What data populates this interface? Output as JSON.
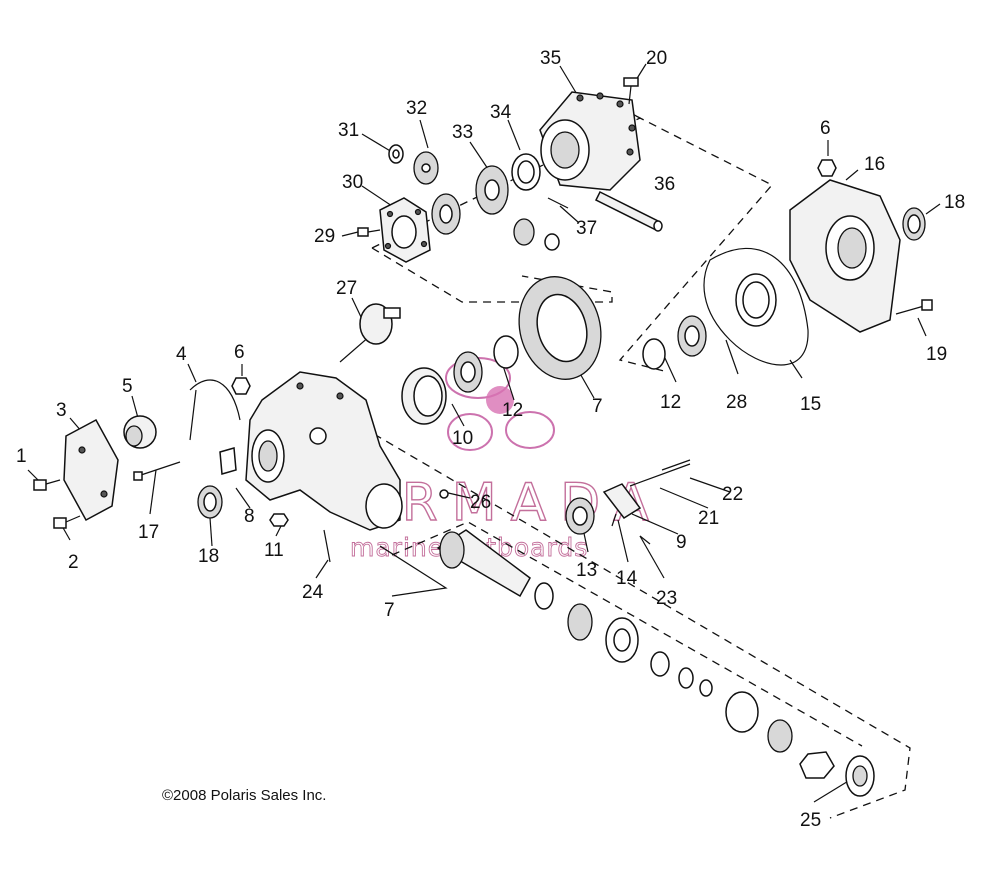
{
  "diagram": {
    "copyright": "©2008 Polaris Sales Inc.",
    "watermark": {
      "brand": "ARMADA",
      "tagline": "marine outboards",
      "color": "#b0407a"
    },
    "callouts": {
      "c1": "1",
      "c2": "2",
      "c3": "3",
      "c4": "4",
      "c5": "5",
      "c6a": "6",
      "c6b": "6",
      "c7a": "7",
      "c7b": "7",
      "c8": "8",
      "c9": "9",
      "c10": "10",
      "c11": "11",
      "c12a": "12",
      "c12b": "12",
      "c13": "13",
      "c14": "14",
      "c15": "15",
      "c16": "16",
      "c17": "17",
      "c18a": "18",
      "c18b": "18",
      "c19": "19",
      "c20": "20",
      "c21": "21",
      "c22": "22",
      "c23": "23",
      "c24": "24",
      "c25": "25",
      "c26": "26",
      "c27": "27",
      "c28": "28",
      "c29": "29",
      "c30": "30",
      "c31": "31",
      "c32": "32",
      "c33": "33",
      "c34": "34",
      "c35": "35",
      "c36": "36",
      "c37": "37"
    }
  }
}
